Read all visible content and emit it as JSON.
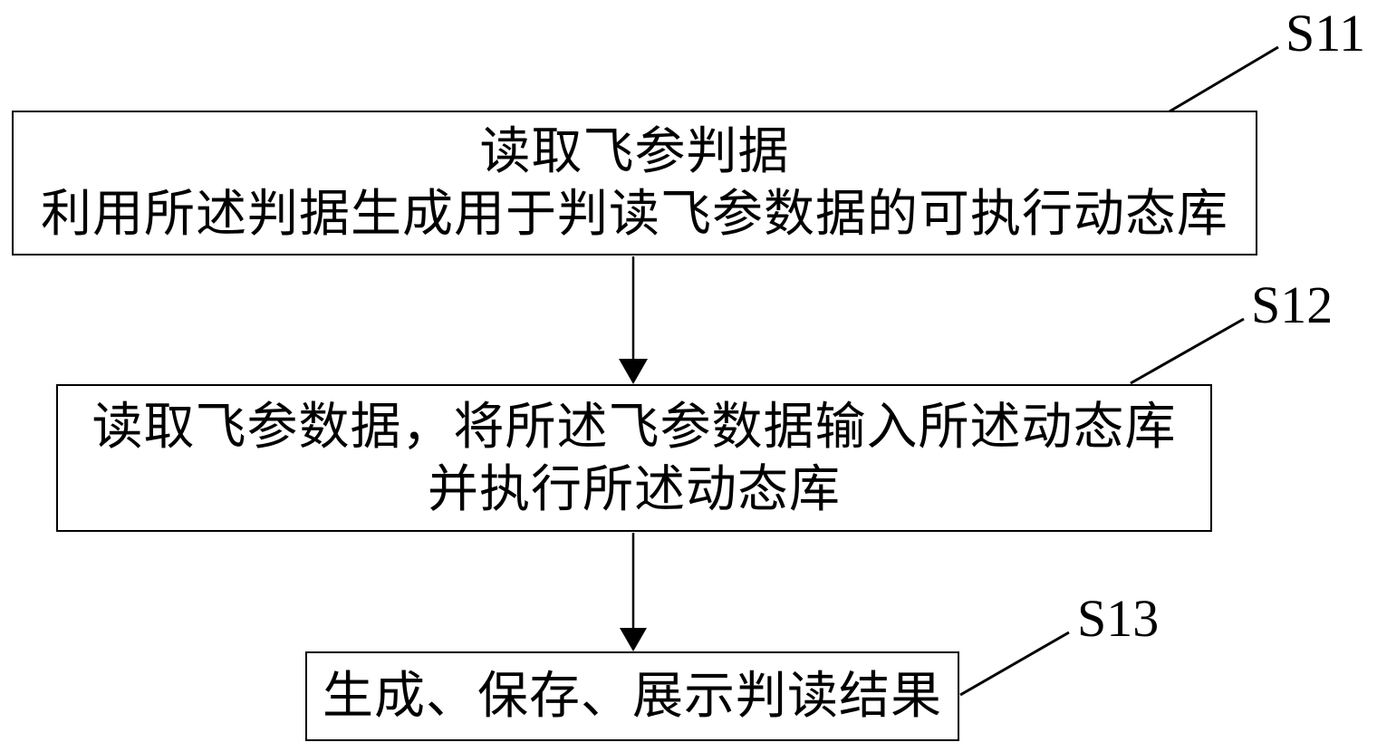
{
  "figure": {
    "type": "flowchart",
    "colors": {
      "background": "#ffffff",
      "line": "#000000",
      "text": "#000000"
    },
    "steps": [
      {
        "label": "S11",
        "text_lines": [
          "读取飞参判据",
          "利用所述判据生成用于判读飞参数据的可执行动态库"
        ]
      },
      {
        "label": "S12",
        "text_lines": [
          "读取飞参数据，将所述飞参数据输入所述动态库",
          "并执行所述动态库"
        ]
      },
      {
        "label": "S13",
        "text_lines": [
          "生成、保存、展示判读结果"
        ]
      }
    ]
  }
}
